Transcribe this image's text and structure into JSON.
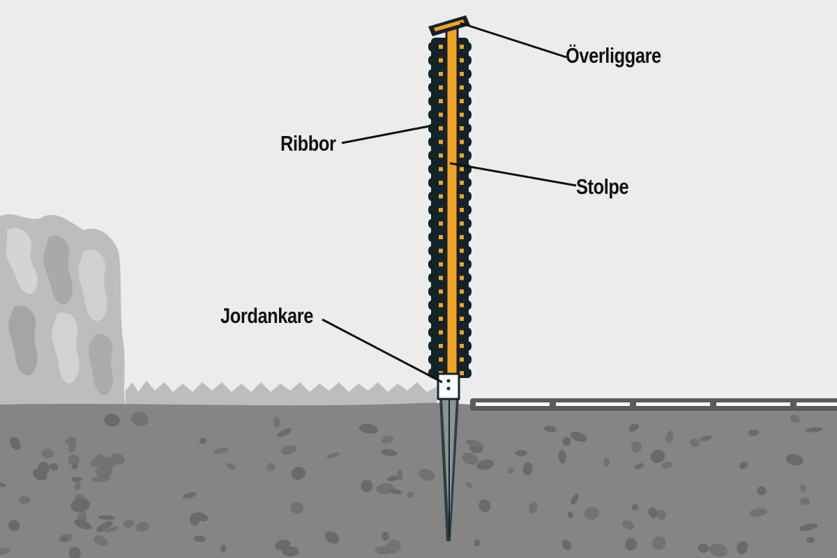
{
  "labels": {
    "top_rail": "Överliggare",
    "ribs": "Ribbor",
    "post": "Stolpe",
    "ground_anchor": "Jordankare"
  },
  "colors": {
    "sky": "#ececec",
    "ground": "#858585",
    "hedge": "#bdbdbd",
    "post": "#f2a223",
    "outline": "#13232a",
    "stone": "#6f6f6f"
  },
  "icons": {
    "hedge": "hedge-icon",
    "fence_post": "fence-post-icon",
    "ground_spike": "ground-spike-icon",
    "road": "road-edge-icon"
  }
}
